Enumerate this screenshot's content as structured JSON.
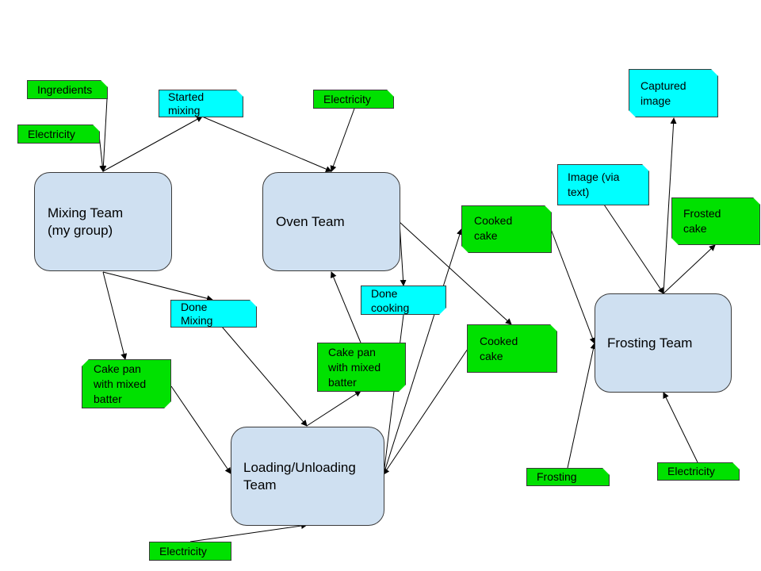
{
  "teams": {
    "mixing": "Mixing Team\n(my group)",
    "oven": "Oven Team",
    "loading": "Loading/Unloading\nTeam",
    "frosting": "Frosting Team"
  },
  "labels": {
    "ingredients": "Ingredients",
    "electricity_mixing": "Electricity",
    "started_mixing": "Started\nmixing",
    "electricity_oven": "Electricity",
    "done_mixing": "Done\nMixing",
    "cake_pan_left": "Cake pan\nwith mixed\nbatter",
    "cake_pan_center": "Cake pan\nwith mixed\nbatter",
    "done_cooking": "Done\ncooking",
    "cooked_cake_top": "Cooked\ncake",
    "cooked_cake_mid": "Cooked\ncake",
    "electricity_loading": "Electricity",
    "captured_image": "Captured\nimage",
    "image_via_text": "Image (via\ntext)",
    "frosted_cake": "Frosted\ncake",
    "frosting": "Frosting",
    "electricity_frosting": "Electricity"
  },
  "colors": {
    "team_fill": "#cfe0f1",
    "resource_fill": "#00e100",
    "signal_fill": "#00ffff",
    "arrow": "#000000"
  }
}
